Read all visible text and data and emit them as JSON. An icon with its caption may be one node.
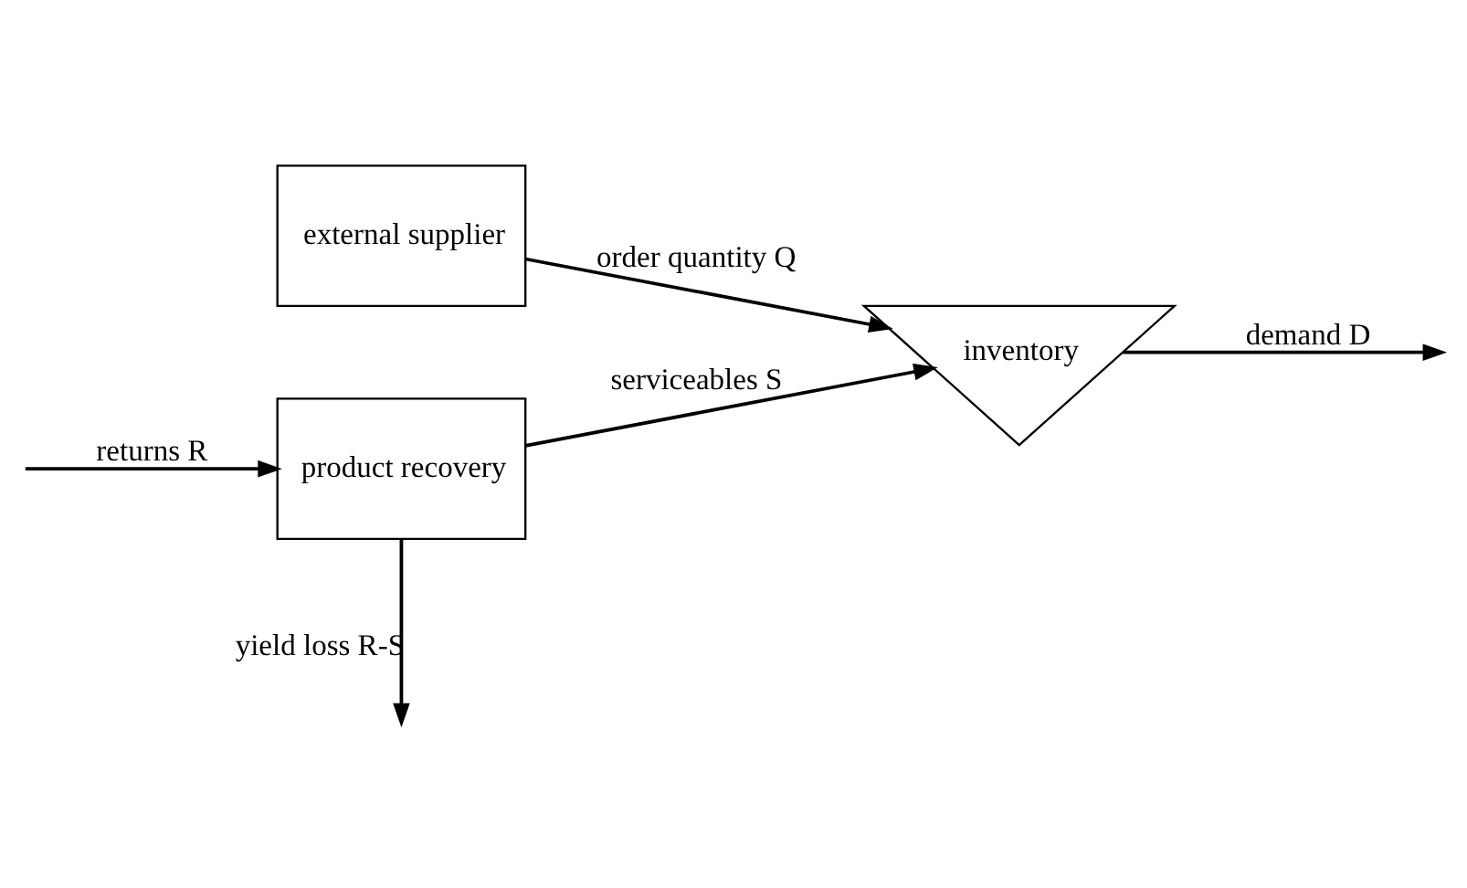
{
  "diagram": {
    "nodes": [
      {
        "text": [
          "external supplier"
        ]
      },
      {
        "text": [
          "product recovery"
        ]
      },
      {
        "text": [
          "inventory"
        ]
      }
    ],
    "edges": [
      {
        "from": 0,
        "to": 2,
        "arrow": "to",
        "label": "order quantity Q"
      },
      {
        "from": null,
        "to": 1,
        "arrow": "to",
        "label": "returns R"
      },
      {
        "from": 1,
        "to": 2,
        "arrow": "to",
        "label": "serviceables S"
      },
      {
        "from": 2,
        "to": null,
        "arrow": "to",
        "label": "demand D"
      },
      {
        "from": 1,
        "to": null,
        "arrow": "to",
        "label": "yield loss R-S"
      }
    ]
  }
}
